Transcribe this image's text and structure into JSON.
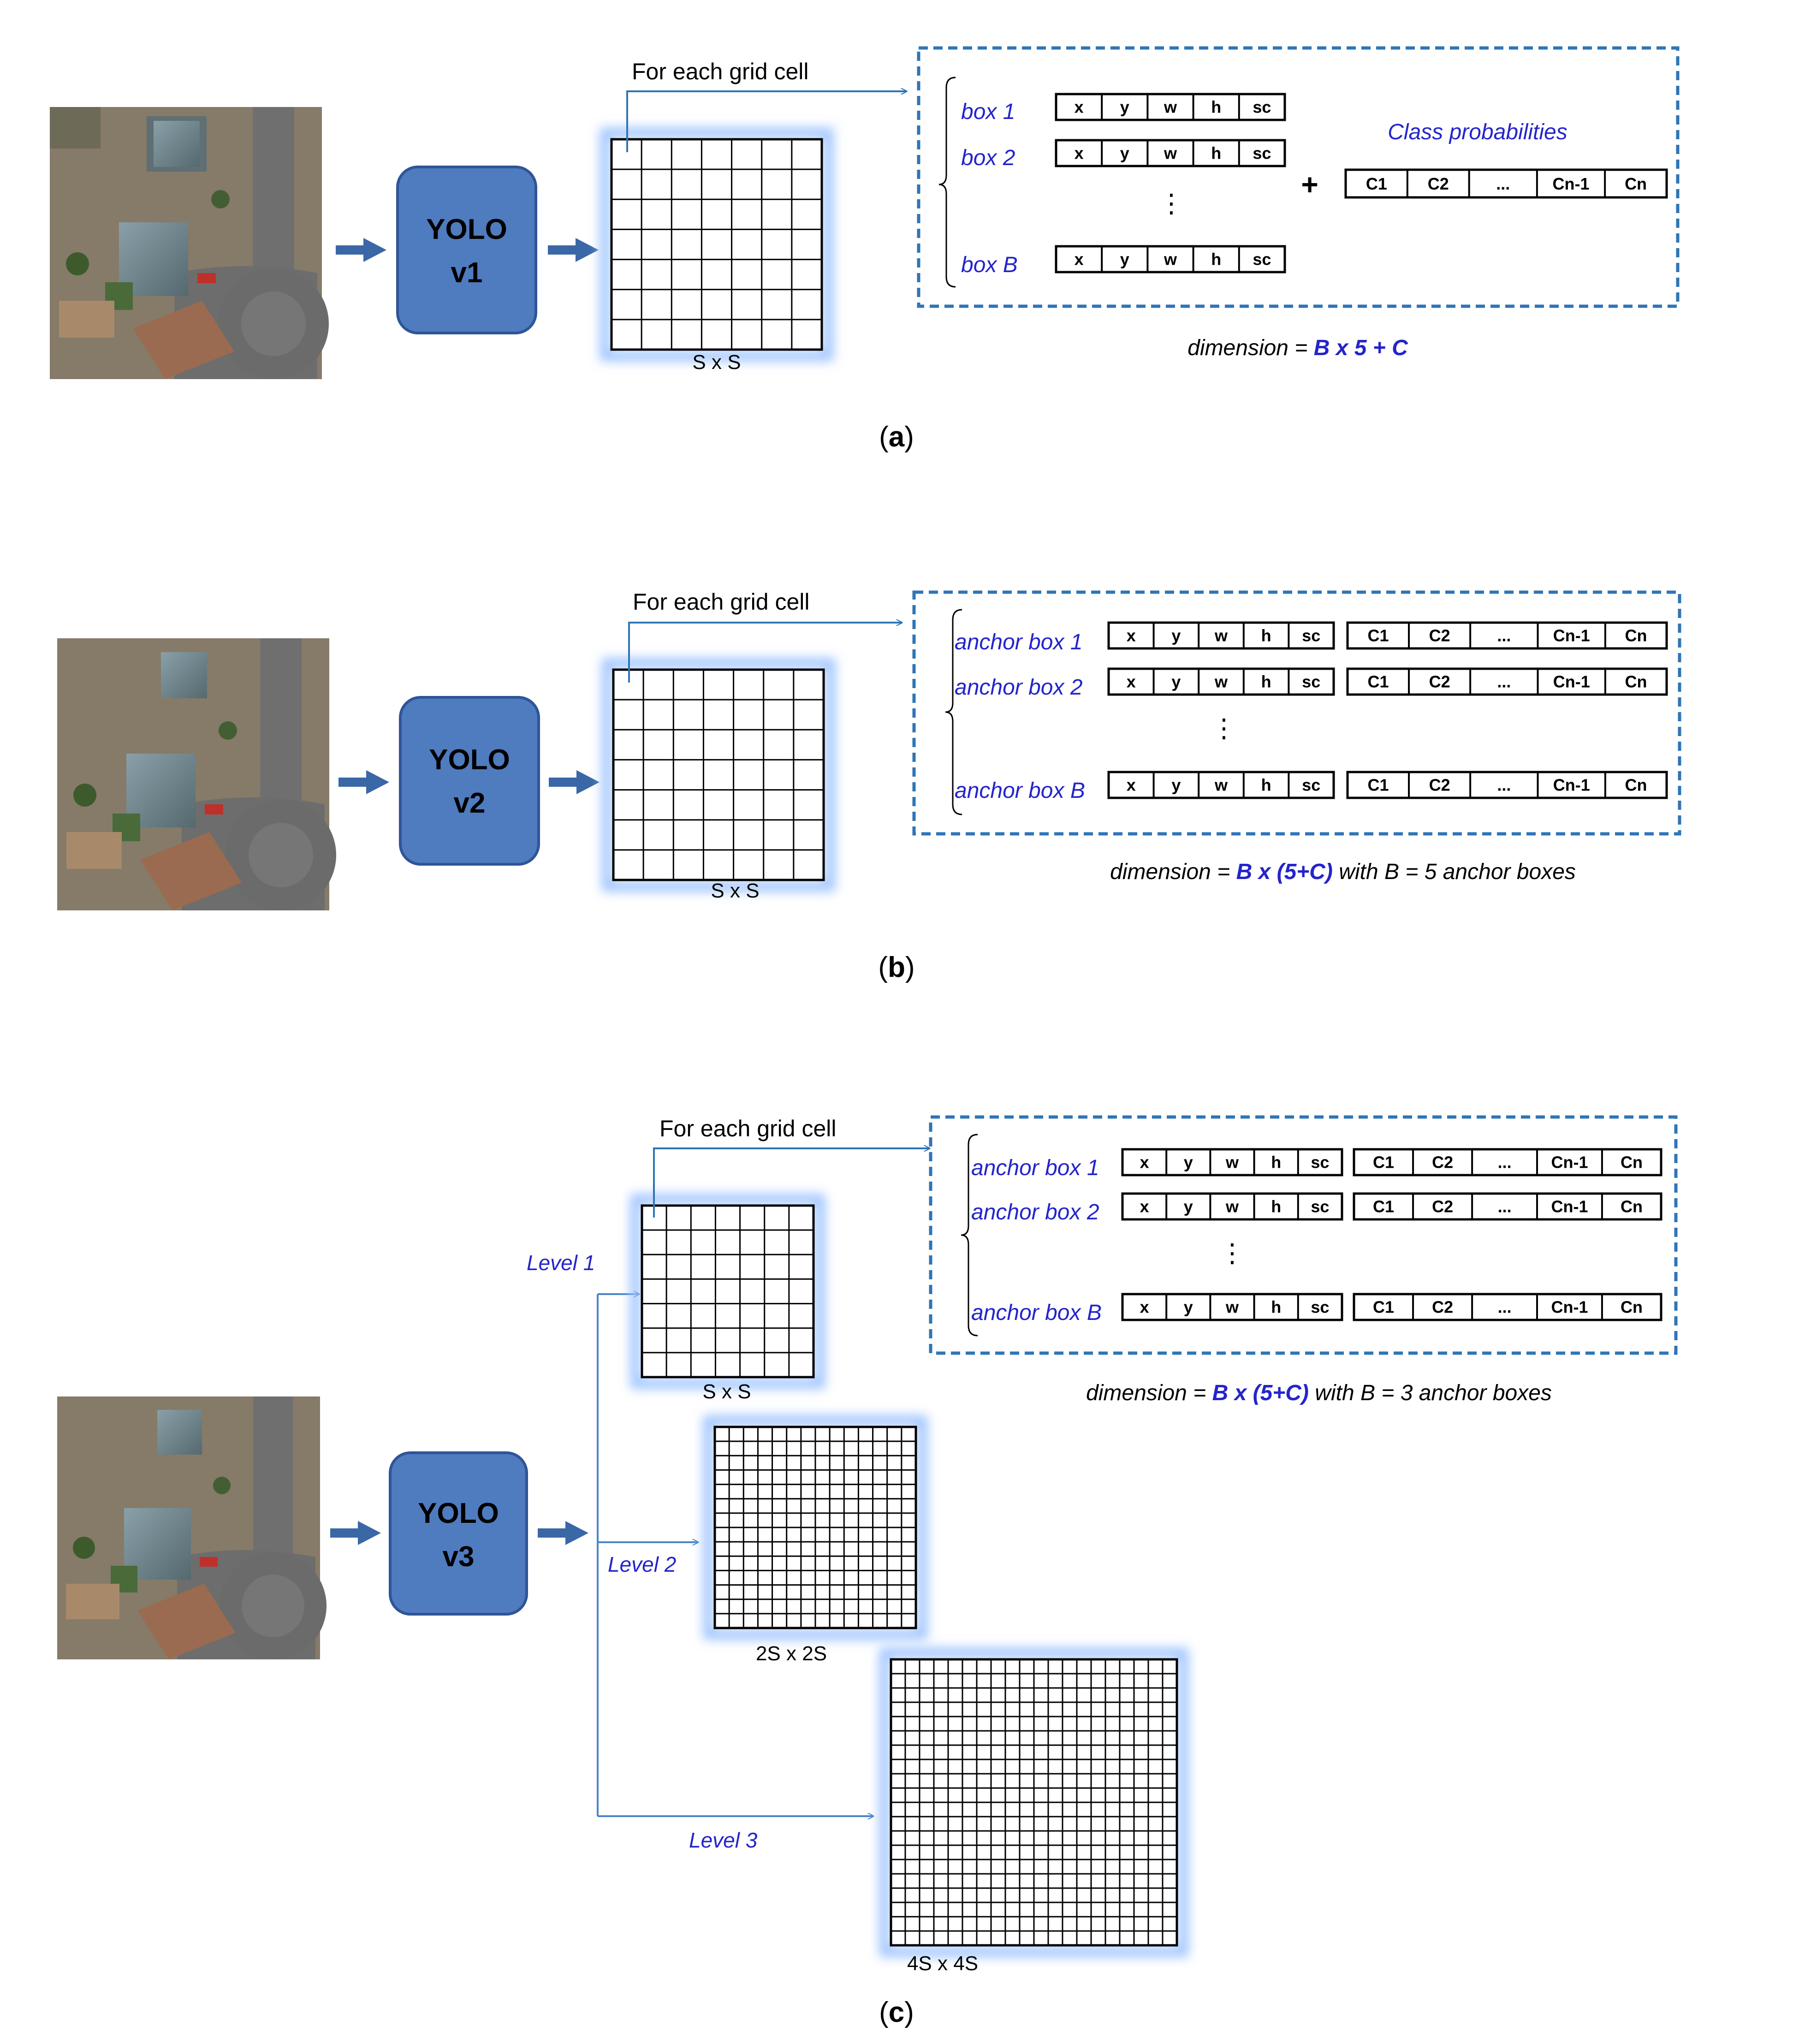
{
  "colors": {
    "yolo_fill": "#4f7bbf",
    "yolo_stroke": "#2f5597",
    "arrow": "#3a67a6",
    "connector": "#2e75b6",
    "dashed_box": "#2e75b6",
    "blue_text": "#2424cc",
    "grid_glow": "#9cc3ff"
  },
  "icons": {
    "aerial_image": "aerial-photo-icon",
    "pipeline_arrow": "thick-arrow-right-icon"
  },
  "common": {
    "box_fields": [
      "x",
      "y",
      "w",
      "h",
      "sc"
    ],
    "class_fields": [
      "C1",
      "C2",
      "...",
      "Cn-1",
      "Cn"
    ],
    "vertical_ellipsis": "⋮",
    "plus": "+",
    "for_each_grid_cell": "For each grid cell"
  },
  "panels": [
    {
      "id": "a",
      "caption_open": "(",
      "caption_letter": "a",
      "caption_close": ")",
      "model_line1": "YOLO",
      "model_line2": "v1",
      "grid_label": "S x S",
      "rows": [
        "box 1",
        "box 2",
        "box B"
      ],
      "class_probabilities_label": "Class probabilities",
      "dimension_prefix": "dimension = ",
      "dimension_value": "B x 5 + C",
      "dimension_suffix": ""
    },
    {
      "id": "b",
      "caption_open": "(",
      "caption_letter": "b",
      "caption_close": ")",
      "model_line1": "YOLO",
      "model_line2": "v2",
      "grid_label": "S x S",
      "rows": [
        "anchor box 1",
        "anchor box 2",
        "anchor box B"
      ],
      "dimension_prefix": "dimension = ",
      "dimension_value": "B x (5+C)",
      "dimension_suffix": " with B = 5 anchor boxes"
    },
    {
      "id": "c",
      "caption_open": "(",
      "caption_letter": "c",
      "caption_close": ")",
      "model_line1": "YOLO",
      "model_line2": "v3",
      "rows": [
        "anchor box 1",
        "anchor box 2",
        "anchor box B"
      ],
      "dimension_prefix": "dimension = ",
      "dimension_value": "B x (5+C)",
      "dimension_suffix": " with B = 3 anchor boxes",
      "levels": [
        {
          "label": "Level 1",
          "grid_label": "S x S",
          "cells": 7
        },
        {
          "label": "Level 2",
          "grid_label": "2S x 2S",
          "cells": 14
        },
        {
          "label": "Level 3",
          "grid_label": "4S x 4S",
          "cells": 20
        }
      ]
    }
  ]
}
